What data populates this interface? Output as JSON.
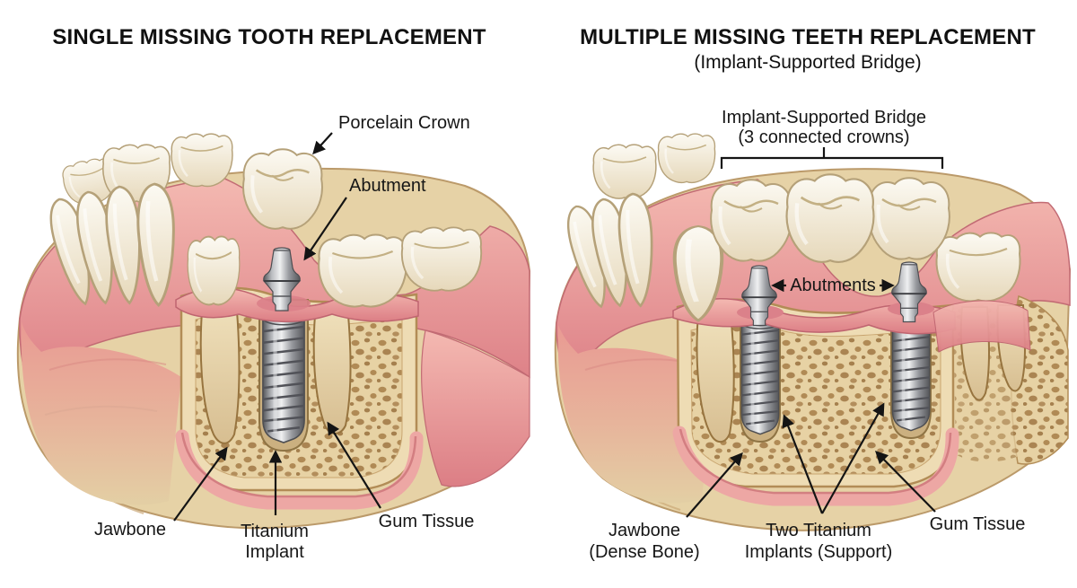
{
  "left_panel": {
    "title": "SINGLE MISSING TOOTH REPLACEMENT",
    "labels": {
      "porcelain_crown": "Porcelain Crown",
      "abutment": "Abutment",
      "jawbone": "Jawbone",
      "titanium_implant_line1": "Titanium",
      "titanium_implant_line2": "Implant",
      "gum_tissue": "Gum Tissue"
    }
  },
  "right_panel": {
    "title": "MULTIPLE MISSING TEETH REPLACEMENT",
    "subtitle": "(Implant-Supported Bridge)",
    "bridge_label": {
      "line1": "Implant-Supported Bridge",
      "line2": "(3 connected crowns)"
    },
    "labels": {
      "abutments": "Abutments",
      "jawbone_line1": "Jawbone",
      "jawbone_line2": "(Dense Bone)",
      "implants_line1": "Two Titanium",
      "implants_line2": "Implants (Support)",
      "gum_tissue": "Gum Tissue"
    }
  },
  "colors": {
    "background": "#ffffff",
    "text": "#161616",
    "gum_pink": "#e2858b",
    "gum_light": "#f4b9b1",
    "gum_deep": "#c26b74",
    "bone_cortical": "#eedcb4",
    "bone_trabecular": "#ad8a55",
    "tooth_ivory": "#f5efe2",
    "tooth_outline": "#b5a179",
    "titanium_light": "#eff0f1",
    "titanium_mid": "#97999e",
    "titanium_dark": "#55565a"
  }
}
